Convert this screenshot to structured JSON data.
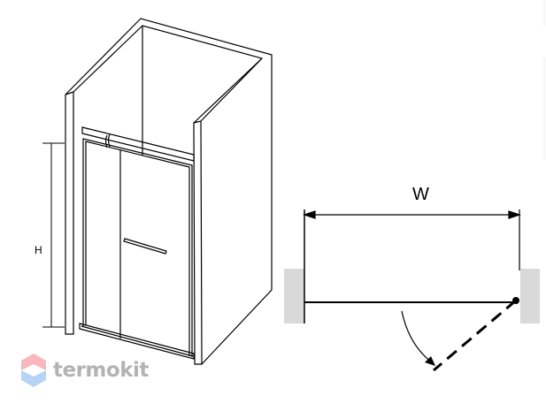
{
  "labels": {
    "height": "H",
    "width": "W"
  },
  "logo": {
    "text": "termokit",
    "colors": {
      "top": "#f9b6bd",
      "bottom": "#b7d3f5",
      "text": "#b3b3b3"
    }
  },
  "colors": {
    "wall": "#d9d9d9",
    "line": "#000000"
  }
}
